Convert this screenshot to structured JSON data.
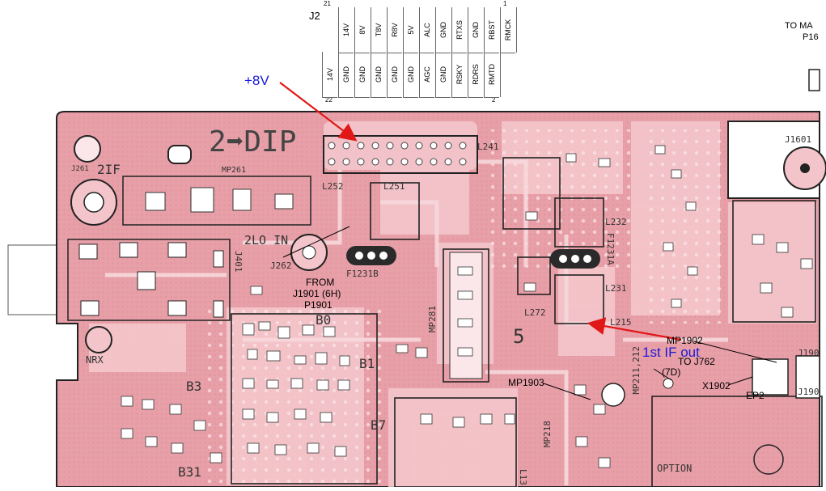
{
  "connector": {
    "ref": "J2",
    "pin_top_left": "21",
    "pin_top_right": "1",
    "pin_bottom_left": "22",
    "pin_bottom_right": "2",
    "top_row": [
      "14V",
      "8V",
      "T8V",
      "R8V",
      "5V",
      "ALC",
      "GND",
      "RTXS",
      "GND",
      "RBST",
      "RMCK"
    ],
    "bottom_row": [
      "14V",
      "GND",
      "GND",
      "GND",
      "GND",
      "GND",
      "AGC",
      "GND",
      "RSKY",
      "RDRS",
      "RMTD"
    ]
  },
  "board_labels": {
    "dip": "2➡DIP",
    "mp261": "MP261",
    "if2": "2IF",
    "j261": "J261",
    "lo2": "2LO IN",
    "j262": "J262",
    "j401": "J401",
    "f1231b": "F1231B",
    "f1231a": "F1231A",
    "l241": "L241",
    "l251": "L251",
    "l252": "L252",
    "l232": "L232",
    "l231": "L231",
    "l272": "L272",
    "l215": "L215",
    "mp281": "MP281",
    "mp211": "MP211,212",
    "mp218": "MP218",
    "j1601": "J1601",
    "nrx": "NRX",
    "b0": "B0",
    "b1": "B1",
    "b3": "B3",
    "b7": "B7",
    "b31": "B31",
    "five": "5",
    "option": "OPTION",
    "l13": "L13",
    "j190": "J190",
    "j190b": "J190"
  },
  "notes": {
    "from": "FROM",
    "from_ref": "J1901 (6H)",
    "from_ref2": "P1901",
    "to_ma": "TO MA",
    "to_p16": "P16",
    "mp1902": "MP1902",
    "to_j762": "TO J762",
    "seven_d": "(7D)",
    "x1902": "X1902",
    "ep2": "EP2",
    "mp1903": "MP1903"
  },
  "annotations": {
    "plus8v": "+8V",
    "first_if_out": "1st IF out",
    "arrow_color": "#e01818",
    "text_color": "#1a1ad8"
  },
  "colors": {
    "board": "#e8a0a8",
    "trace": "#f6d2d6",
    "pad": "#ffffff",
    "outline": "#2a2a2a"
  }
}
